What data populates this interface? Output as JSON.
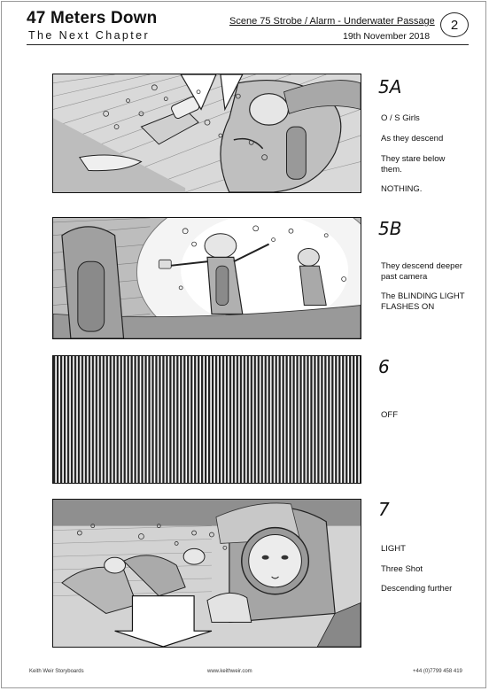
{
  "header": {
    "title": "47 Meters Down",
    "subtitle": "The Next Chapter",
    "scene": "Scene 75   Strobe / Alarm - Underwater Passage",
    "date": "19th November 2018",
    "page_number": "2"
  },
  "shots": [
    {
      "id": "5A",
      "notes": [
        "O / S Girls",
        "As they descend",
        "They stare below them.",
        "NOTHING."
      ]
    },
    {
      "id": "5B",
      "notes": [
        "They descend deeper past camera",
        "The BLINDING LIGHT FLASHES ON"
      ]
    },
    {
      "id": "6",
      "notes": [
        "OFF"
      ]
    },
    {
      "id": "7",
      "notes": [
        "LIGHT",
        "Three Shot",
        "Descending further"
      ]
    }
  ],
  "footer": {
    "left": "Keith Weir Storyboards",
    "center": "www.keithweir.com",
    "right": "+44 (0)7799 458 419"
  }
}
